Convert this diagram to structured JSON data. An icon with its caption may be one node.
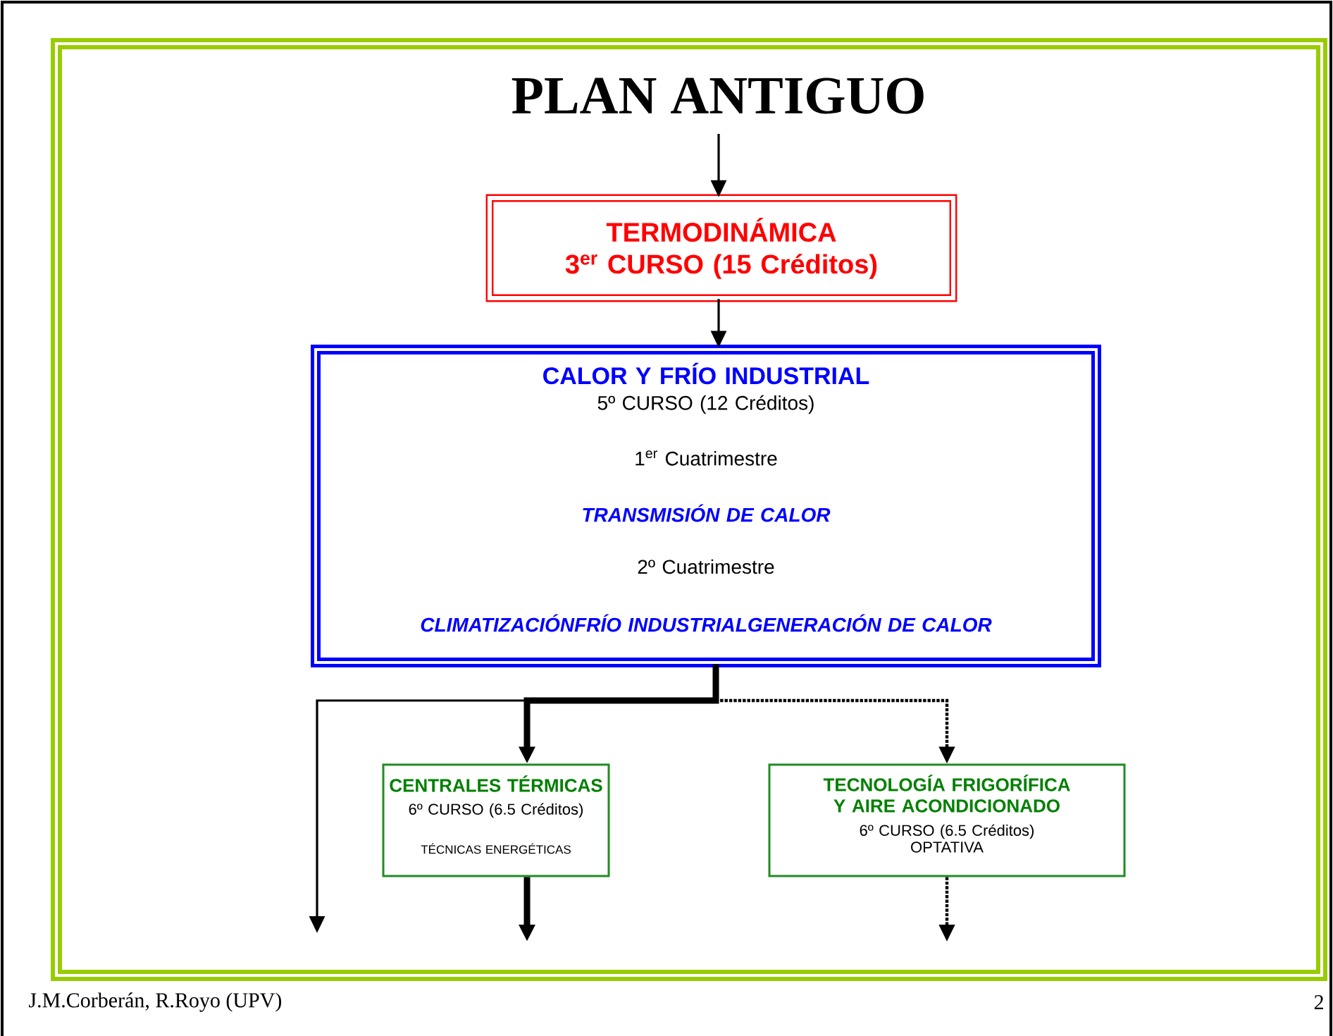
{
  "diagram": {
    "nodes": [
      {
        "text": [
          "PLAN ANTIGUO"
        ]
      },
      {
        "text": [
          "TERMODINÁMICA",
          "3$^{er}$ CURSO (15 Créditos)"
        ]
      },
      {
        "text": [
          "CALOR Y FRÍO INDUSTRIAL",
          "5º CURSO (12 Créditos)",
          "1$^{er}$ Cuatrimestre",
          "TRANSMISIÓN DE CALOR",
          "2º Cuatrimestre",
          "CLIMATIZACIÓNFRÍO INDUSTRIALGENERACIÓN DE CALOR"
        ]
      },
      {
        "text": [
          "CENTRALES TÉRMICAS",
          "6º CURSO (6.5 Créditos)",
          "TÉCNICAS ENERGÉTICAS"
        ]
      },
      {
        "text": [
          "TECNOLOGÍA FRIGORÍFICA Y AIRE ACONDICIONADO",
          "6º CURSO (6.5 Créditos)",
          "OPTATIVA"
        ]
      }
    ],
    "edges": [
      {
        "from": 0,
        "to": 1,
        "arrow": "to"
      },
      {
        "from": 1,
        "to": 2,
        "arrow": "to"
      },
      {
        "from": 2,
        "to": null,
        "arrow": "to"
      },
      {
        "from": 2,
        "to": 3,
        "arrow": "to",
        "style": "thick"
      },
      {
        "from": 2,
        "to": 4,
        "arrow": "to",
        "style": "dashed"
      },
      {
        "from": 3,
        "to": null,
        "arrow": "to",
        "style": "thick"
      },
      {
        "from": 4,
        "to": null,
        "arrow": "to",
        "style": "dashed"
      }
    ],
    "labels": [
      "J.M.Corberán, R.Royo (UPV)",
      "2"
    ]
  }
}
